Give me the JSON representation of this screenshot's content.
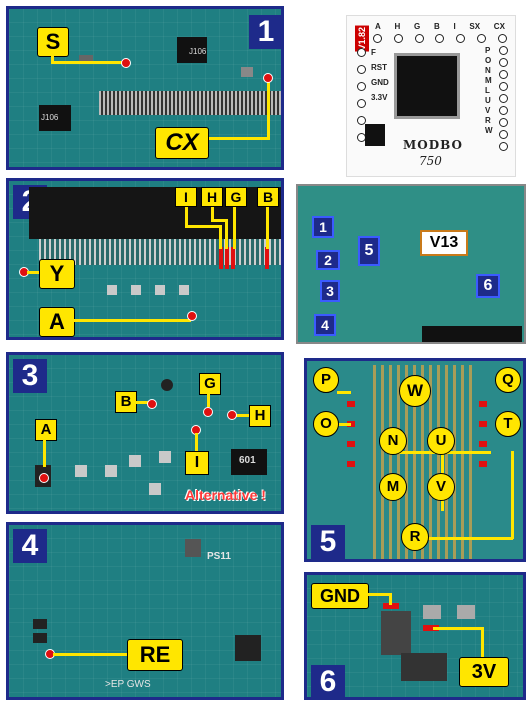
{
  "panels": {
    "p1": {
      "number": "1",
      "labels": {
        "S": "S",
        "CX": "CX"
      },
      "chip_text": "J106",
      "chip_text2": "J106"
    },
    "p2": {
      "number": "2",
      "labels": {
        "I": "I",
        "H": "H",
        "G": "G",
        "B": "B",
        "Y": "Y",
        "A": "A"
      }
    },
    "p3": {
      "number": "3",
      "labels": {
        "A": "A",
        "B": "B",
        "G": "G",
        "H": "H",
        "I": "I"
      },
      "alt_text": "Alternative !",
      "chip_text": "601"
    },
    "p4": {
      "number": "4",
      "labels": {
        "RE": "RE"
      },
      "silk": "PS11",
      "silk2": ">EP  GWS"
    },
    "p5": {
      "number": "5",
      "labels": {
        "P": "P",
        "O": "O",
        "W": "W",
        "N": "N",
        "M": "M",
        "U": "U",
        "V": "V",
        "Q": "Q",
        "T": "T",
        "R": "R"
      }
    },
    "p6": {
      "number": "6",
      "labels": {
        "GND": "GND",
        "V3": "3V"
      }
    }
  },
  "modbo": {
    "version": "V1.82",
    "top_pins": [
      "A",
      "H",
      "G",
      "B",
      "I",
      "SX",
      "CX"
    ],
    "left_pins": [
      "F",
      "RST",
      "GND"
    ],
    "left_extra": "3.3V",
    "right_pins": [
      "P",
      "O",
      "N",
      "M",
      "L",
      "U",
      "V",
      "R",
      "W"
    ],
    "brand": "MODBO",
    "model": "750"
  },
  "overview": {
    "board_label": "V13",
    "markers": [
      "1",
      "2",
      "3",
      "4",
      "5",
      "6"
    ]
  },
  "colors": {
    "label_yellow": "#ffe600",
    "panel_blue": "#1e2a8a",
    "pcb_green": "#1f7f82",
    "point_red": "#e01010"
  }
}
